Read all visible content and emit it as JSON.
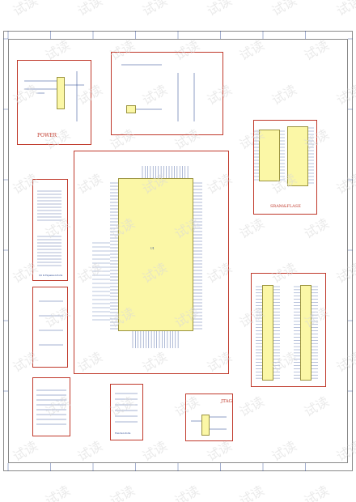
{
  "blocks": {
    "power": {
      "title": "POWER"
    },
    "sram_flash": {
      "title": "SRAM&FLASE"
    },
    "jtag": {
      "title": "JTAG"
    }
  },
  "small_labels": {
    "u_label": "U1",
    "left_mid_label": "I/O & Expansion Ports",
    "bottom_mid_label": "Function Ports"
  },
  "watermark": {
    "text": "试读"
  },
  "colors": {
    "block_border": "#c0392b",
    "chip_fill": "#fbf7a6",
    "wire": "#1a3a8a",
    "watermark": "#d9d9d9"
  }
}
